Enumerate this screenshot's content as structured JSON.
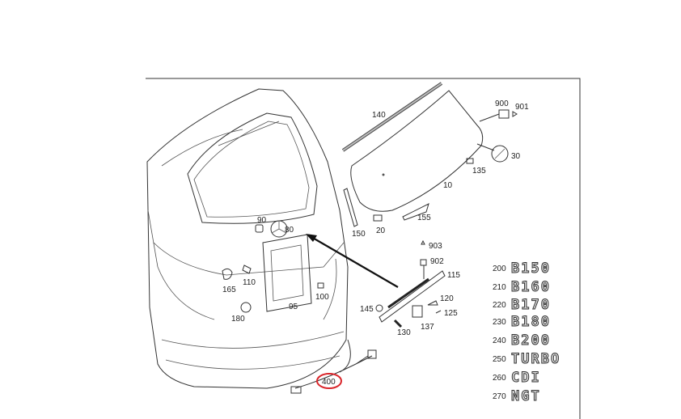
{
  "diagram": {
    "parts": {
      "p10": "10",
      "p20": "20",
      "p30": "30",
      "p80": "80",
      "p90": "90",
      "p95": "95",
      "p100": "100",
      "p110": "110",
      "p115": "115",
      "p120": "120",
      "p125": "125",
      "p130": "130",
      "p135": "135",
      "p137": "137",
      "p140": "140",
      "p145": "145",
      "p150": "150",
      "p155": "155",
      "p165": "165",
      "p180": "180",
      "p400": "400",
      "p900": "900",
      "p901": "901",
      "p902": "902",
      "p903": "903"
    },
    "emblems": [
      {
        "num": "200",
        "text": "B150"
      },
      {
        "num": "210",
        "text": "B160"
      },
      {
        "num": "220",
        "text": "B170"
      },
      {
        "num": "230",
        "text": "B180"
      },
      {
        "num": "240",
        "text": "B200"
      },
      {
        "num": "250",
        "text": "TURBO"
      },
      {
        "num": "260",
        "text": "CDI"
      },
      {
        "num": "270",
        "text": "NGT"
      }
    ],
    "highlight_color": "#d9262b"
  }
}
